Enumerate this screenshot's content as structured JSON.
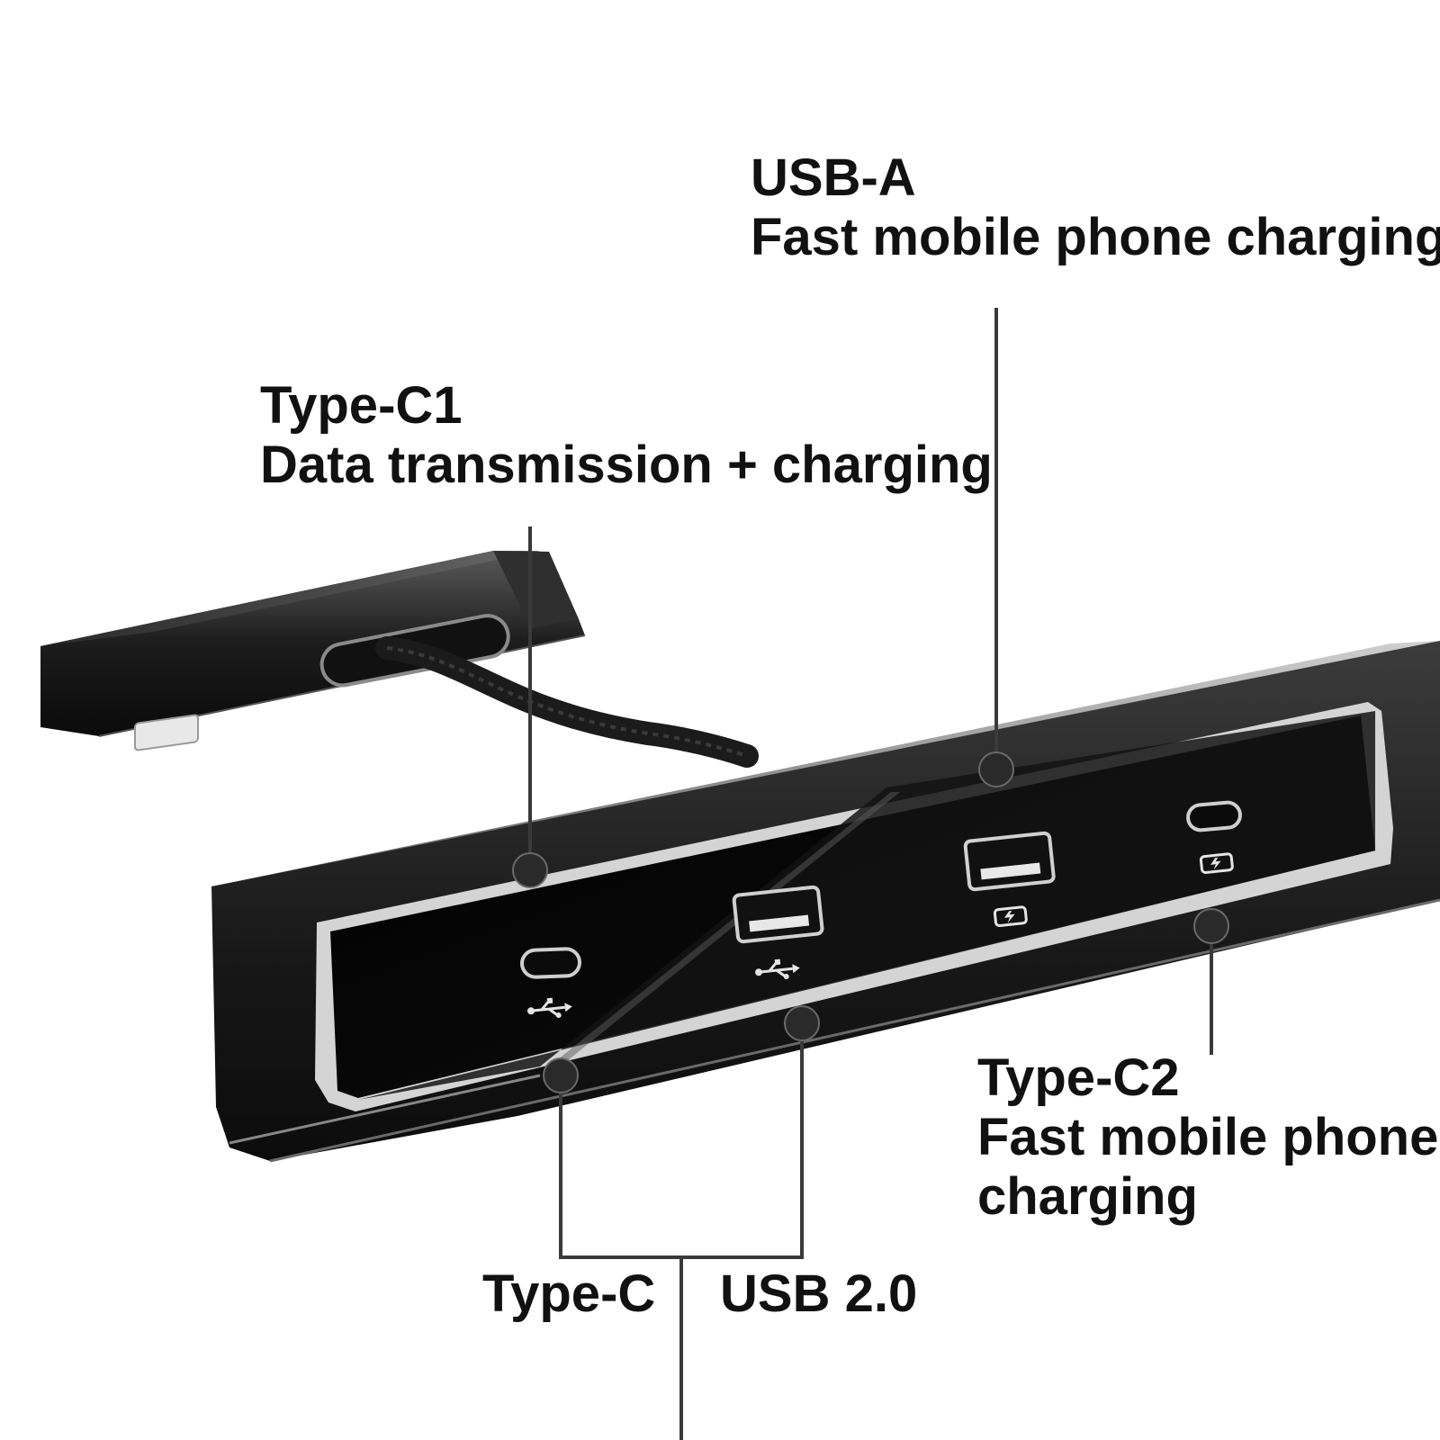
{
  "callouts": {
    "usb_a": {
      "title": "USB-A",
      "desc": "Fast mobile phone charging"
    },
    "type_c1": {
      "title": "Type-C1",
      "desc": "Data transmission + charging"
    },
    "type_c2": {
      "title": "Type-C2",
      "desc_line1": "Fast mobile phone",
      "desc_line2": "charging"
    },
    "type_c": {
      "title": "Type-C"
    },
    "usb_20": {
      "title": "USB 2.0"
    }
  },
  "icons": [
    "usb-c-port-icon",
    "usb-symbol-icon",
    "usb-a-port-icon",
    "battery-charging-icon"
  ],
  "colors": {
    "background": "#ffffff",
    "text": "#111111",
    "leader_line": "#3a3a3a",
    "device_body": "#1a1a1a",
    "panel": "#050505",
    "trim": "#d9d9d9"
  }
}
